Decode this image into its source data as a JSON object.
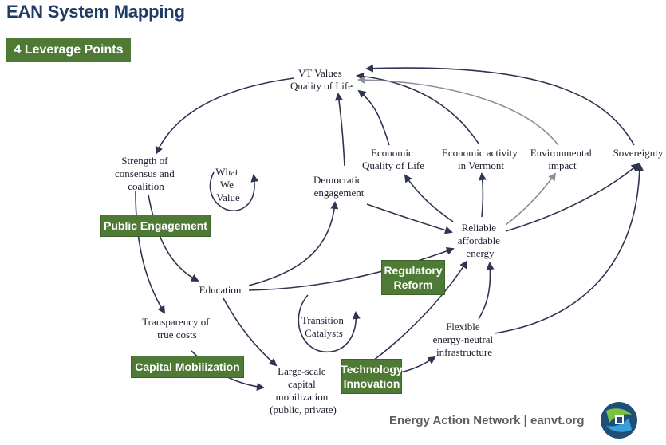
{
  "header": {
    "title": "EAN System Mapping",
    "badge": "4 Leverage Points"
  },
  "nodes": {
    "vt_values_1": "VT Values",
    "vt_values_2": "Quality of Life",
    "strength_1": "Strength of",
    "strength_2": "consensus and",
    "strength_3": "coalition",
    "what_1": "What",
    "what_2": "We",
    "what_3": "Value",
    "democratic_1": "Democratic",
    "democratic_2": "engagement",
    "econ_qol_1": "Economic",
    "econ_qol_2": "Quality of Life",
    "econ_act_1": "Economic activity",
    "econ_act_2": "in Vermont",
    "env_1": "Environmental",
    "env_2": "impact",
    "sovereignty": "Sovereignty",
    "reliable_1": "Reliable",
    "reliable_2": "affordable",
    "reliable_3": "energy",
    "education": "Education",
    "transparency_1": "Transparency of",
    "transparency_2": "true costs",
    "transition_1": "Transition",
    "transition_2": "Catalysts",
    "flexible_1": "Flexible",
    "flexible_2": "energy-neutral",
    "flexible_3": "infrastructure",
    "capital_1": "Large-scale",
    "capital_2": "capital",
    "capital_3": "mobilization",
    "capital_4": "(public, private)"
  },
  "leverage_points": {
    "public_engagement": "Public Engagement",
    "regulatory_1": "Regulatory",
    "regulatory_2": "Reform",
    "capital_mobilization": "Capital Mobilization",
    "technology_1": "Technology",
    "technology_2": "Innovation"
  },
  "footer": {
    "text": "Energy Action Network | eanvt.org",
    "logo_icon": "ean-logo-icon"
  },
  "colors": {
    "arrow": "#2e3550",
    "arrow_light": "#8a8f99",
    "green": "#4e7a35",
    "title": "#1f3b63"
  }
}
